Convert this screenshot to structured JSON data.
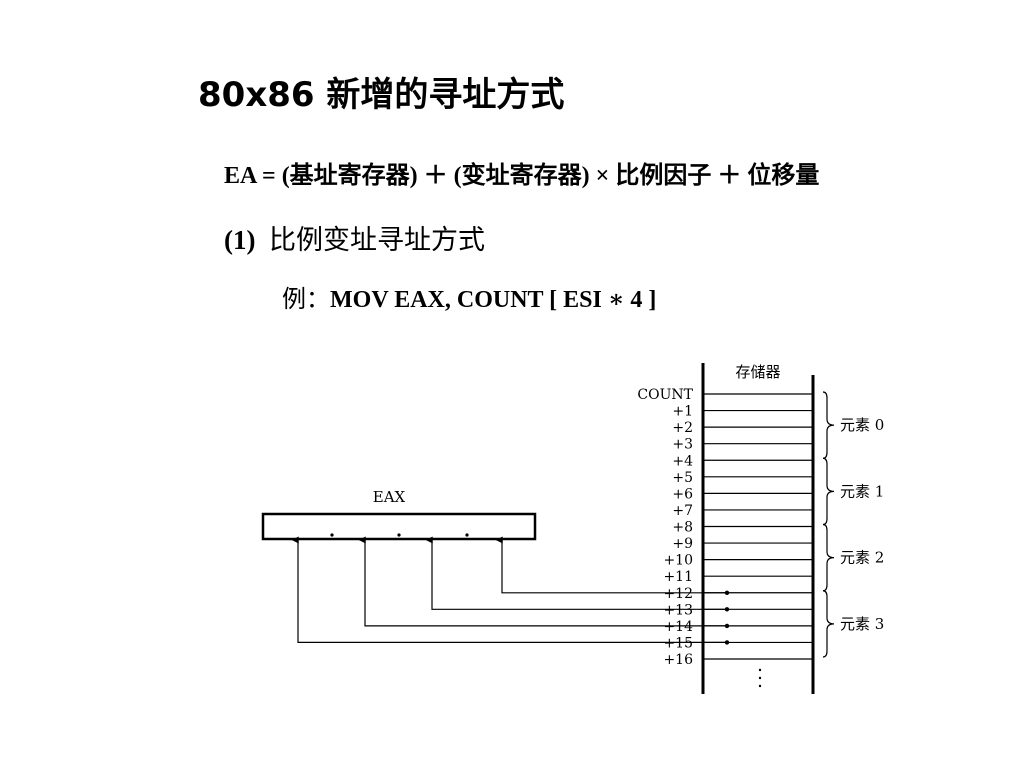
{
  "title": "80x86 新增的寻址方式",
  "formula": "EA  = (基址寄存器)  ＋ (变址寄存器) × 比例因子  ＋ 位移量",
  "section": {
    "number": "(1)",
    "title": "比例变址寻址方式"
  },
  "example": {
    "label": "例：",
    "instruction": "MOV    EAX,  COUNT [ ESI ∗ 4 ]"
  },
  "diagram": {
    "register_label": "EAX",
    "memory_label": "存储器",
    "offsets": [
      "COUNT",
      "+1",
      "+2",
      "+3",
      "+4",
      "+5",
      "+6",
      "+7",
      "+8",
      "+9",
      "+10",
      "+11",
      "+12",
      "+13",
      "+14",
      "+15",
      "+16"
    ],
    "elements": [
      "元素 0",
      "元素 1",
      "元素 2",
      "元素 3"
    ],
    "arrow_offsets": [
      "+15",
      "+14",
      "+13",
      "+12"
    ]
  }
}
